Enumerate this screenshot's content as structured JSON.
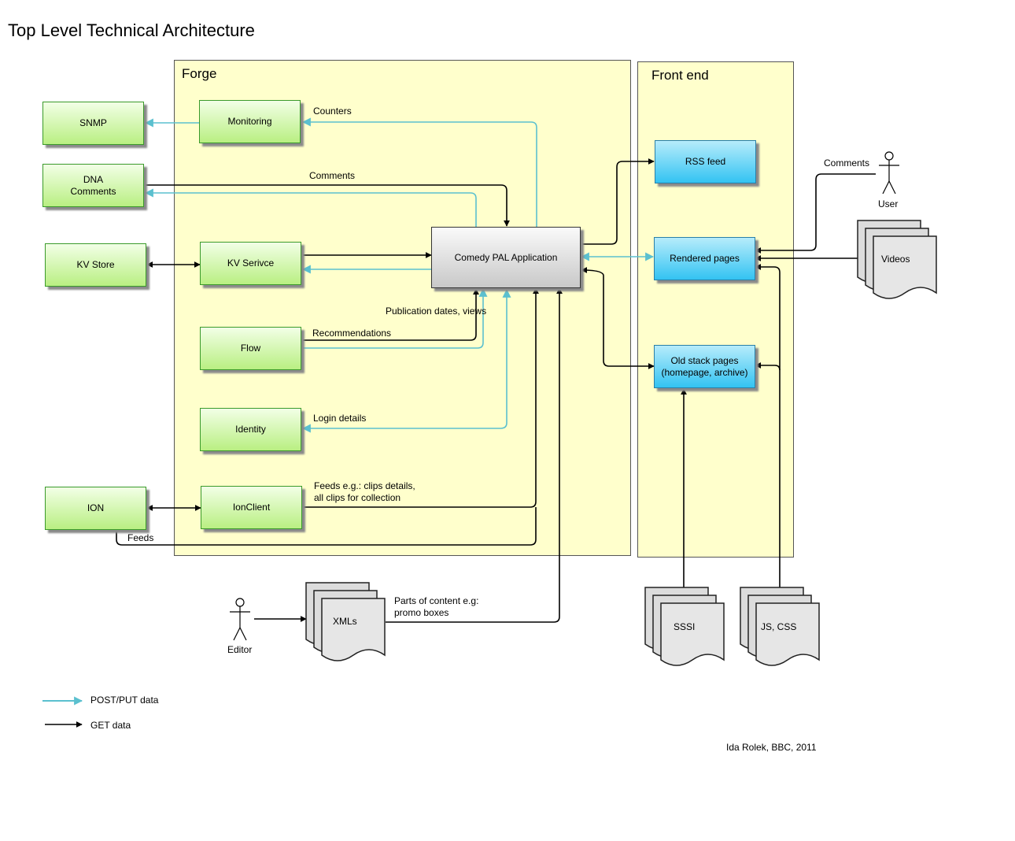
{
  "title": "Top Level Technical Architecture",
  "regions": {
    "forge": "Forge",
    "front_end": "Front end"
  },
  "boxes": {
    "snmp": "SNMP",
    "dna_comments": "DNA\nComments",
    "kv_store": "KV Store",
    "ion": "ION",
    "monitoring": "Monitoring",
    "kv_service": "KV Serivce",
    "flow": "Flow",
    "identity": "Identity",
    "ion_client": "IonClient",
    "comedy_pal": "Comedy PAL Application",
    "rss_feed": "RSS feed",
    "rendered_pages": "Rendered pages",
    "old_stack_pages": "Old stack pages\n(homepage, archive)"
  },
  "documents": {
    "videos": "Videos",
    "xmls": "XMLs",
    "sssi": "SSSI",
    "js_css": "JS, CSS"
  },
  "actors": {
    "user": "User",
    "editor": "Editor"
  },
  "edge_labels": {
    "counters": "Counters",
    "comments_dna": "Comments",
    "comments_user": "Comments",
    "publication": "Publication dates, views",
    "recommendations": "Recommendations",
    "login": "Login details",
    "feeds_eg": "Feeds e.g.: clips details,\nall clips for collection",
    "feeds": "Feeds",
    "parts_content": "Parts of content e.g:\npromo boxes"
  },
  "legend": {
    "post_put": "POST/PUT data",
    "get": "GET data"
  },
  "credit": "Ida Rolek, BBC, 2011",
  "colors": {
    "post_arrow": "#5bc0cf",
    "get_arrow": "#000000",
    "region_fill": "#ffffcc",
    "green_box": "#b9ef82",
    "blue_box": "#33c3f2",
    "grey_box": "#c8c8c8"
  }
}
